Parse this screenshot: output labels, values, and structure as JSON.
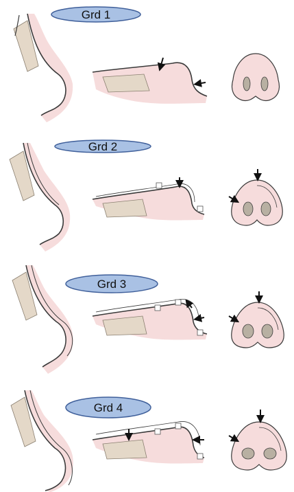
{
  "grades": [
    {
      "label": "Grd 1"
    },
    {
      "label": "Grd 2"
    },
    {
      "label": "Grd 3"
    },
    {
      "label": "Grd 4"
    }
  ],
  "colors": {
    "label_fill": "#a9c1e4",
    "label_stroke": "#3f5f9a",
    "skin": "#f6dcdc",
    "cartilage": "#e4d8c8",
    "line": "#3a3a3a",
    "nostril": "#b8b0a2"
  }
}
